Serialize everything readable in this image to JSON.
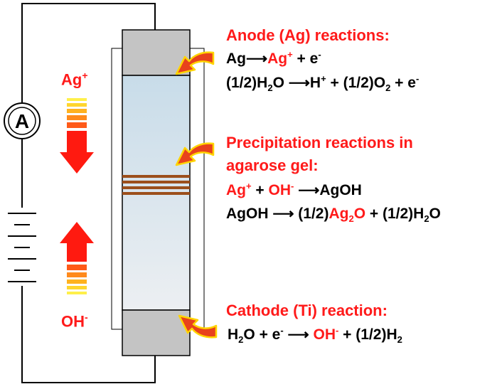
{
  "colors": {
    "red": "#ff1a1a",
    "electrode": "#c4c4c4",
    "gel_top": "#c8dce9",
    "gel_bottom": "#eceff2",
    "band": "#9c4f1c",
    "arrow_fill": "#e8421c",
    "arrow_outline": "#ffd400"
  },
  "icons": [
    "ammeter-icon",
    "battery-icon",
    "curved-arrow-icon",
    "down-arrow-icon",
    "up-arrow-icon"
  ],
  "ammeter": {
    "symbol": "A"
  },
  "ions": {
    "left_top": "Ag",
    "left_top_sup": "+",
    "left_bottom": "OH",
    "left_bottom_sup": "-"
  },
  "anode": {
    "title": "Anode (Ag) reactions:",
    "eq1": {
      "a": "Ag",
      "arrow": "⟶",
      "b": "Ag",
      "b_sup": "+",
      "c": " + e",
      "c_sup": "-"
    },
    "eq2": {
      "a": "(1/2)H",
      "a_sub": "2",
      "a2": "O",
      "arrow": " ⟶",
      "b": "H",
      "b_sup": "+",
      "c": " + (1/2)O",
      "c_sub": "2",
      "d": " + e",
      "d_sup": "-"
    }
  },
  "precipitation": {
    "title_line1": "Precipitation reactions in",
    "title_line2": "agarose gel:",
    "eq1": {
      "a": "Ag",
      "a_sup": "+",
      "plus": " + ",
      "b": "OH",
      "b_sup": "-",
      "arrow": " ⟶",
      "c": "AgOH"
    },
    "eq2": {
      "a": "AgOH ",
      "arrow": "⟶",
      "b": " (1/2)",
      "c": "Ag",
      "c_sub": "2",
      "c2": "O",
      "d": " + (1/2)H",
      "d_sub": "2",
      "d2": "O"
    }
  },
  "cathode": {
    "title": "Cathode (Ti) reaction:",
    "eq1": {
      "a": "H",
      "a_sub": "2",
      "a2": "O + e",
      "a_sup": "-",
      "arrow": " ⟶ ",
      "b": "OH",
      "b_sup": "-",
      "c": " + (1/2)H",
      "c_sub": "2"
    }
  }
}
